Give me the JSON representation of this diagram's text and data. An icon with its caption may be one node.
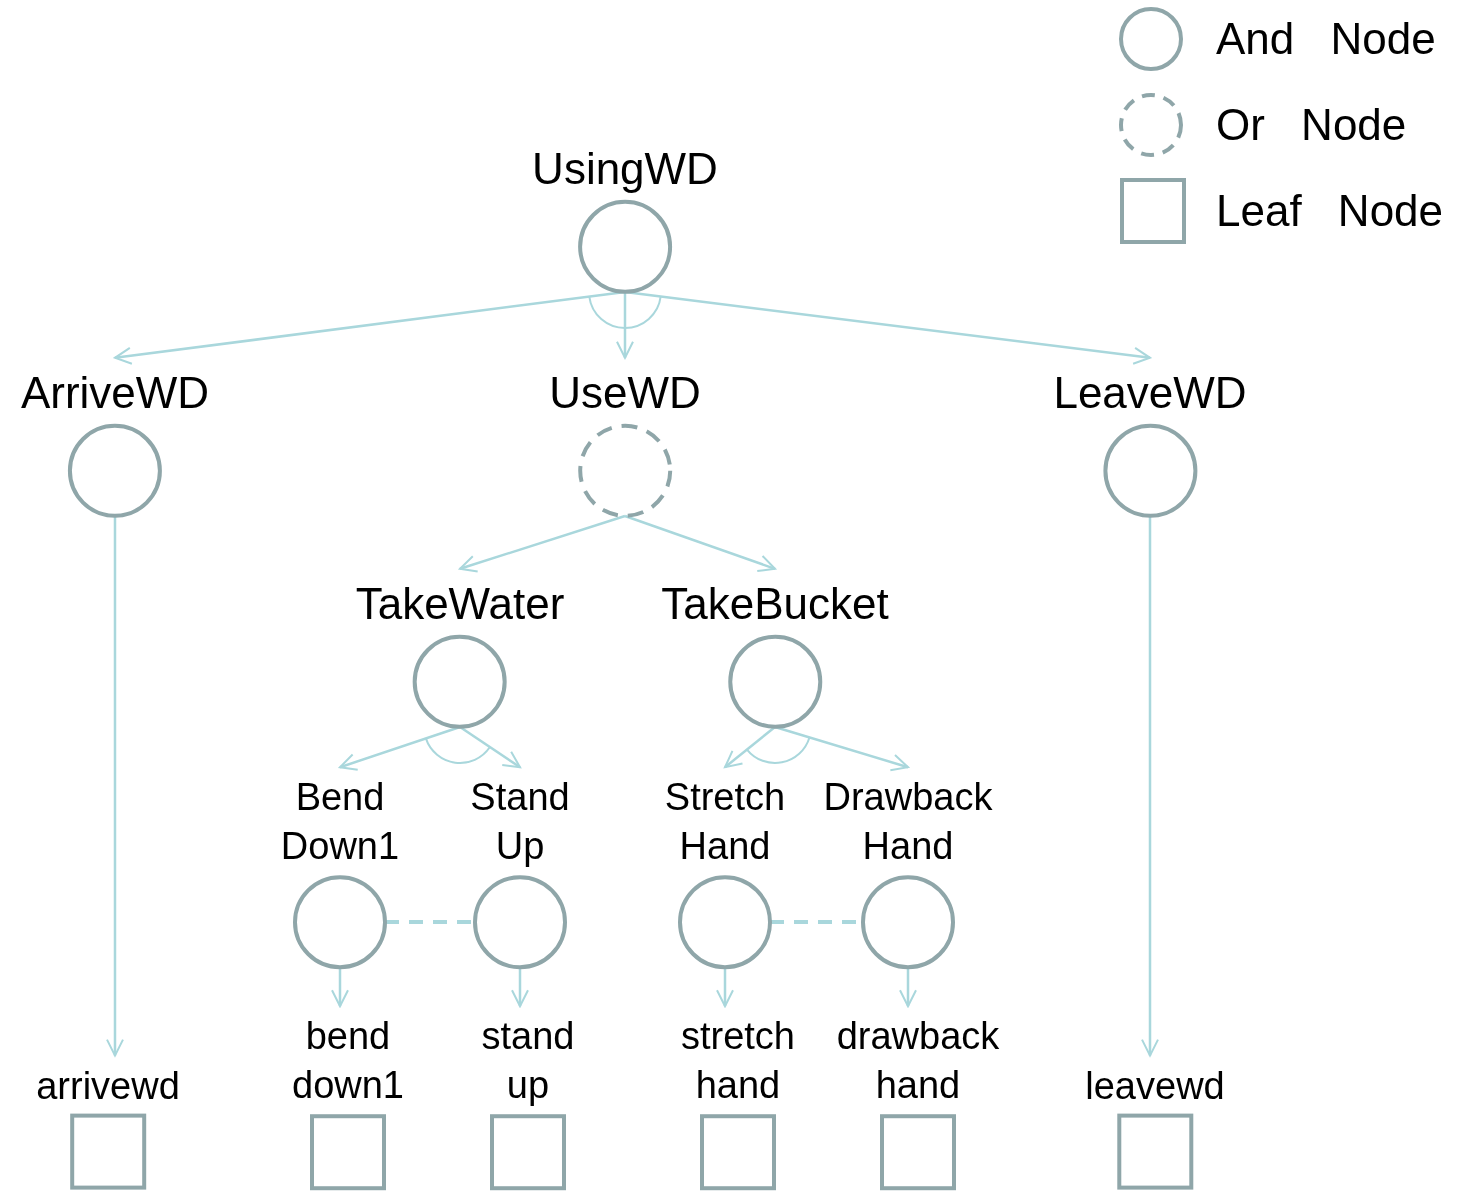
{
  "diagram": {
    "nodes": [
      {
        "text": [
          "UsingWD"
        ]
      },
      {
        "text": [
          "ArriveWD"
        ]
      },
      {
        "text": [
          "UseWD"
        ]
      },
      {
        "text": [
          "LeaveWD"
        ]
      },
      {
        "text": [
          "TakeWater"
        ]
      },
      {
        "text": [
          "TakeBucket"
        ]
      },
      {
        "text": [
          "Bend Down1"
        ]
      },
      {
        "text": [
          "Stand Up"
        ]
      },
      {
        "text": [
          "Stretch Hand"
        ]
      },
      {
        "text": [
          "Drawback Hand"
        ]
      },
      {
        "text": [
          "arrivewd"
        ]
      },
      {
        "text": [
          "bend down1"
        ]
      },
      {
        "text": [
          "stand up"
        ]
      },
      {
        "text": [
          "stretch hand"
        ]
      },
      {
        "text": [
          "drawback hand"
        ]
      },
      {
        "text": [
          "leavewd"
        ]
      }
    ],
    "edges": [
      {
        "from": 0,
        "to": 1,
        "arrow": "to"
      },
      {
        "from": 0,
        "to": 2,
        "arrow": "to"
      },
      {
        "from": 0,
        "to": 3,
        "arrow": "to"
      },
      {
        "from": 2,
        "to": 4,
        "arrow": "to"
      },
      {
        "from": 2,
        "to": 5,
        "arrow": "to"
      },
      {
        "from": 4,
        "to": 6,
        "arrow": "to"
      },
      {
        "from": 4,
        "to": 7,
        "arrow": "to"
      },
      {
        "from": 5,
        "to": 8,
        "arrow": "to"
      },
      {
        "from": 5,
        "to": 9,
        "arrow": "to"
      },
      {
        "from": 6,
        "to": 7,
        "arrow": "none",
        "style": "dashed"
      },
      {
        "from": 8,
        "to": 9,
        "arrow": "none",
        "style": "dashed"
      },
      {
        "from": 1,
        "to": 10,
        "arrow": "to"
      },
      {
        "from": 6,
        "to": 11,
        "arrow": "to"
      },
      {
        "from": 7,
        "to": 12,
        "arrow": "to"
      },
      {
        "from": 8,
        "to": 13,
        "arrow": "to"
      },
      {
        "from": 9,
        "to": 14,
        "arrow": "to"
      },
      {
        "from": 3,
        "to": 15,
        "arrow": "to"
      }
    ],
    "legend": [
      {
        "text": "And Node"
      },
      {
        "text": "Or Node"
      },
      {
        "text": "Leaf Node"
      }
    ]
  }
}
